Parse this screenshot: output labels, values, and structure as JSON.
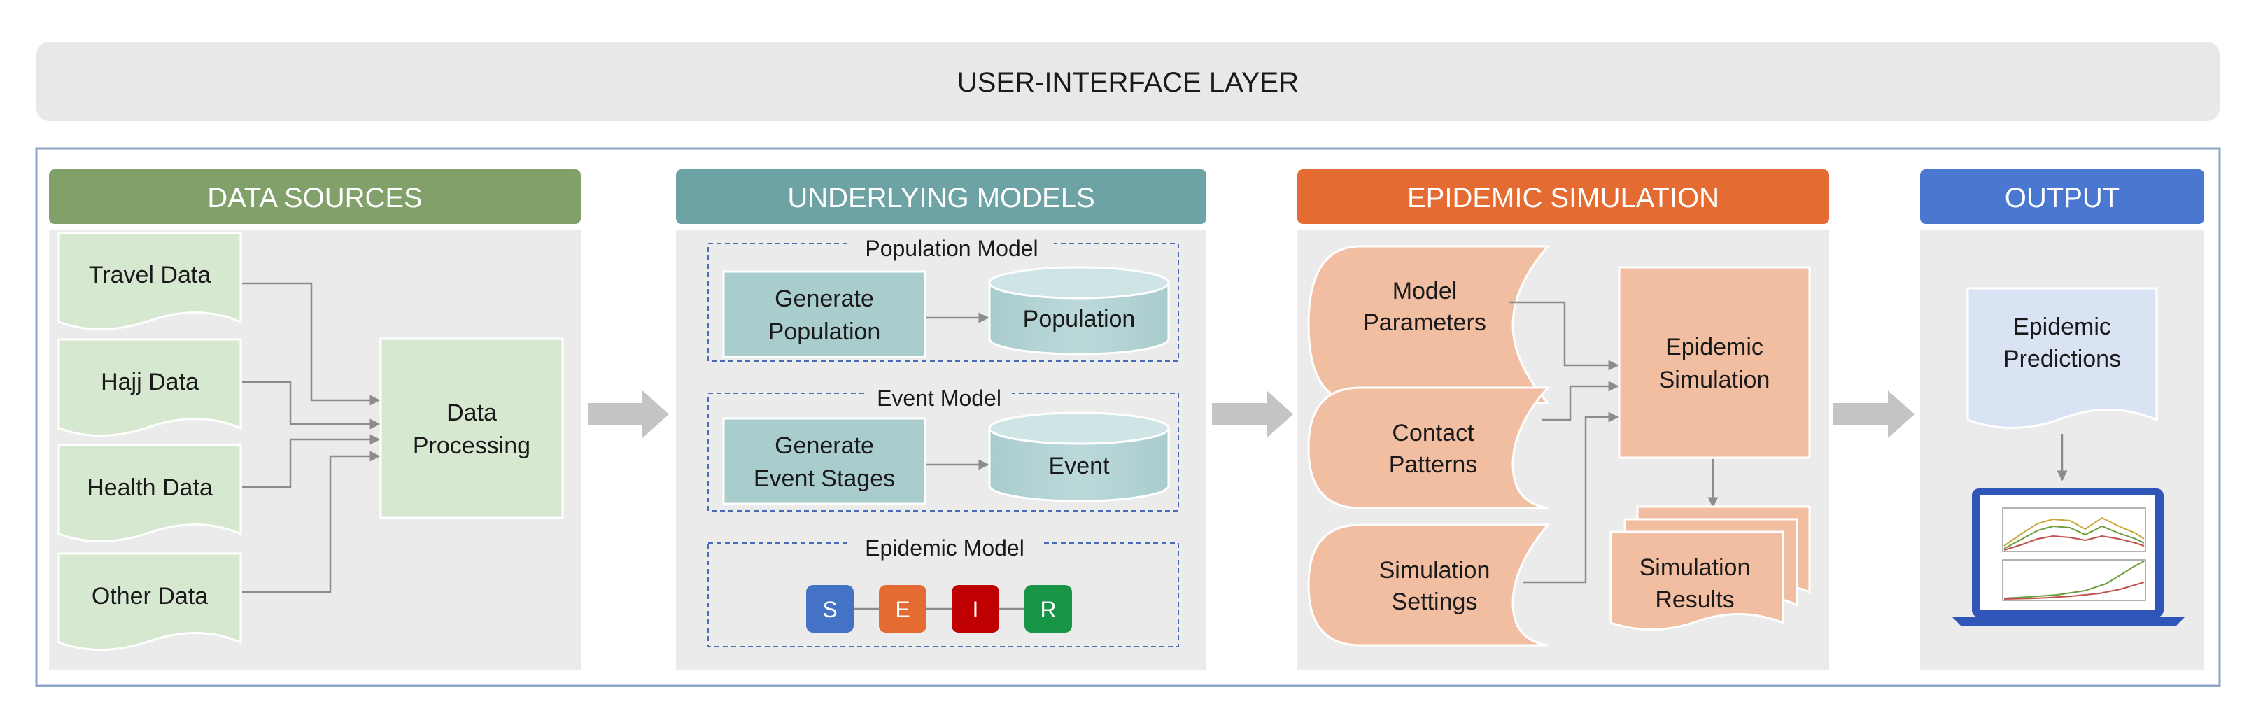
{
  "ui_layer": {
    "title": "USER-INTERFACE LAYER"
  },
  "sections": {
    "data_sources": {
      "title": "DATA SOURCES",
      "color": "#82A06A",
      "items": [
        "Travel Data",
        "Hajj Data",
        "Health Data",
        "Other Data"
      ],
      "processing": [
        "Data",
        "Processing"
      ]
    },
    "models": {
      "title": "UNDERLYING MODELS",
      "color": "#6EA3A5",
      "population": {
        "label": "Population Model",
        "process": [
          "Generate",
          "Population"
        ],
        "store": "Population"
      },
      "event": {
        "label": "Event Model",
        "process": [
          "Generate",
          "Event Stages"
        ],
        "store": "Event"
      },
      "epidemic": {
        "label": "Epidemic Model",
        "states": [
          {
            "letter": "S",
            "color": "#4472C4"
          },
          {
            "letter": "E",
            "color": "#E46C33"
          },
          {
            "letter": "I",
            "color": "#C00000"
          },
          {
            "letter": "R",
            "color": "#189447"
          }
        ]
      }
    },
    "simulation": {
      "title": "EPIDEMIC SIMULATION",
      "color": "#E46C33",
      "inputs": [
        [
          "Model",
          "Parameters"
        ],
        [
          "Contact",
          "Patterns"
        ],
        [
          "Simulation",
          "Settings"
        ]
      ],
      "engine": [
        "Epidemic",
        "Simulation"
      ],
      "results": [
        "Simulation",
        "Results"
      ]
    },
    "output": {
      "title": "OUTPUT",
      "color": "#4A78D0",
      "document": [
        "Epidemic",
        "Predictions"
      ],
      "laptop_icon": "laptop-icon"
    }
  }
}
